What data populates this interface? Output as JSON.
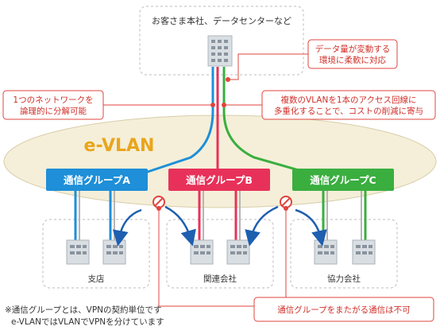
{
  "hq": {
    "label": "お客さま本社、データセンターなど"
  },
  "evlan": {
    "label": "e-VLAN"
  },
  "callouts": {
    "flex": [
      "データ量が変動する",
      "環境に柔軟に対応"
    ],
    "logical": [
      "1つのネットワークを",
      "論理的に分解可能"
    ],
    "multiplex": [
      "複数のVLANを1本のアクセス回線に",
      "多重化することで、コストの削減に寄与"
    ],
    "cross": "通信グループをまたがる通信は不可"
  },
  "groups": [
    {
      "label": "通信グループA",
      "color": "#1e8fd8"
    },
    {
      "label": "通信グループB",
      "color": "#e8315a"
    },
    {
      "label": "通信グループC",
      "color": "#3aae3f"
    }
  ],
  "sites": [
    {
      "label": "支店"
    },
    {
      "label": "関連会社"
    },
    {
      "label": "協力会社"
    }
  ],
  "notes": [
    "※通信グループとは、VPNの契約単位です",
    "e-VLANではVLANでVPNを分けています"
  ],
  "colors": {
    "callout_border": "#e0443e",
    "callout_text": "#d0302a",
    "ellipse": "#f5efd9",
    "evlan": "#e9a51c"
  }
}
